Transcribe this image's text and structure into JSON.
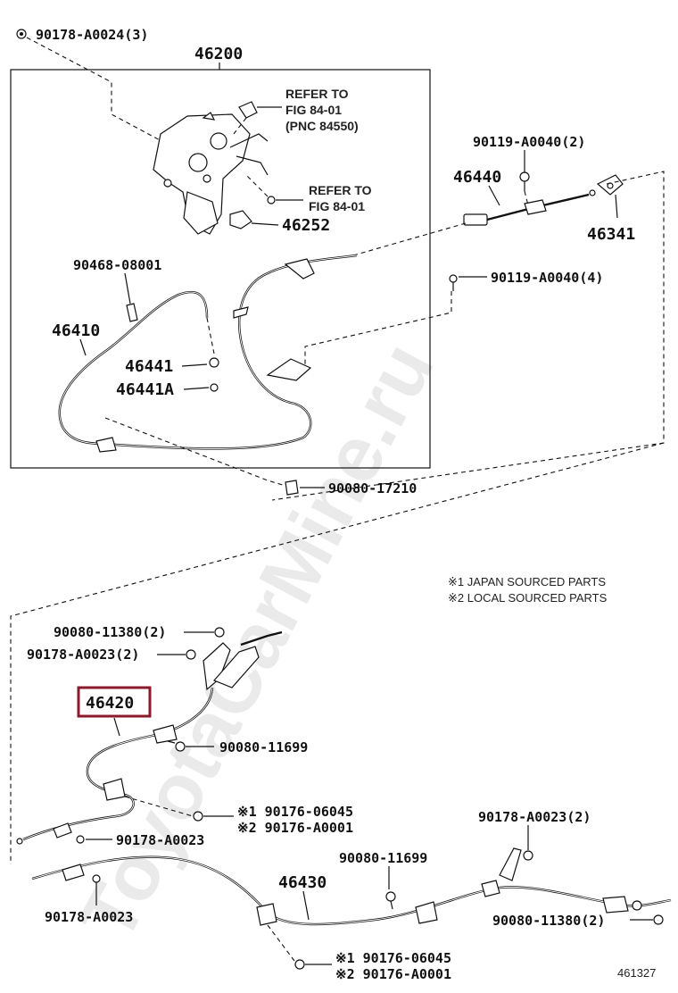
{
  "watermark": "ToyotaCarMine.ru",
  "notes": {
    "japan": "※1 JAPAN SOURCED PARTS",
    "local": "※2 LOCAL SOURCED PARTS"
  },
  "figure_number": "461327",
  "refer": {
    "ref1_line1": "REFER TO",
    "ref1_line2": "FIG 84-01",
    "ref1_line3": "(PNC 84550)",
    "ref2_line1": "REFER TO",
    "ref2_line2": "FIG 84-01"
  },
  "parts": {
    "p_90178_A0024": "90178-A0024(3)",
    "p_46200": "46200",
    "p_46252": "46252",
    "p_90119_A0040_2": "90119-A0040(2)",
    "p_46440": "46440",
    "p_46341": "46341",
    "p_90468_08001": "90468-08001",
    "p_90119_A0040_4": "90119-A0040(4)",
    "p_46410": "46410",
    "p_46441": "46441",
    "p_46441A": "46441A",
    "p_90080_17210": "90080-17210",
    "p_90080_11380_2a": "90080-11380(2)",
    "p_90178_A0023_2a": "90178-A0023(2)",
    "p_46420": "46420",
    "p_90080_11699a": "90080-11699",
    "p_90176_06045a": "※1 90176-06045",
    "p_90176_A0001a": "※2 90176-A0001",
    "p_90178_A0023a": "90178-A0023",
    "p_90178_A0023_2b": "90178-A0023(2)",
    "p_90080_11699b": "90080-11699",
    "p_46430": "46430",
    "p_90178_A0023b": "90178-A0023",
    "p_90080_11380_2b": "90080-11380(2)",
    "p_90176_06045b": "※1 90176-06045",
    "p_90176_A0001b": "※2 90176-A0001"
  },
  "highlight": {
    "part": "46420",
    "color": "#8b1a2b"
  }
}
